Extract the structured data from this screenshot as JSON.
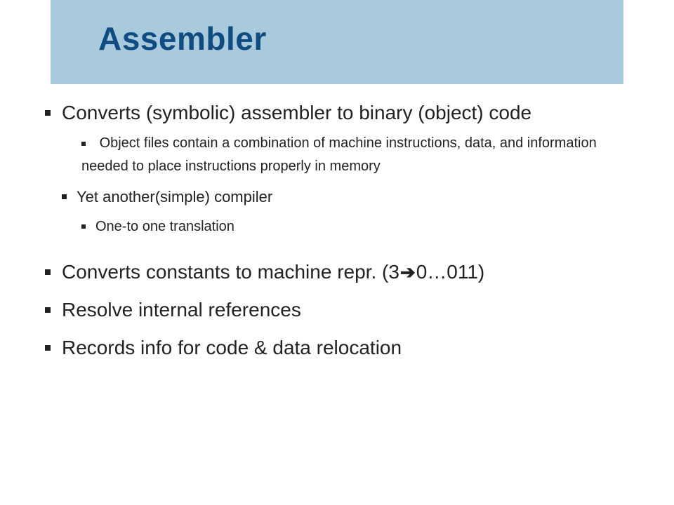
{
  "slide": {
    "title": "Assembler",
    "bullets": {
      "b1": "Converts (symbolic) assembler to binary (object) code",
      "b1_sub1": "Object files contain a combination of machine  instructions, data, and information needed to place instructions properly in memory",
      "b1_sub2": "Yet another(simple) compiler",
      "b1_sub2_sub1": "One-to one translation",
      "b2_prefix": "Converts constants to machine repr. (3",
      "b2_arrow": "➔",
      "b2_suffix": "0…011)",
      "b3": "Resolve internal references",
      "b4": "Records info for code & data relocation"
    }
  },
  "colors": {
    "title_band": "#a9cadc",
    "title_text": "#0f4c81"
  }
}
